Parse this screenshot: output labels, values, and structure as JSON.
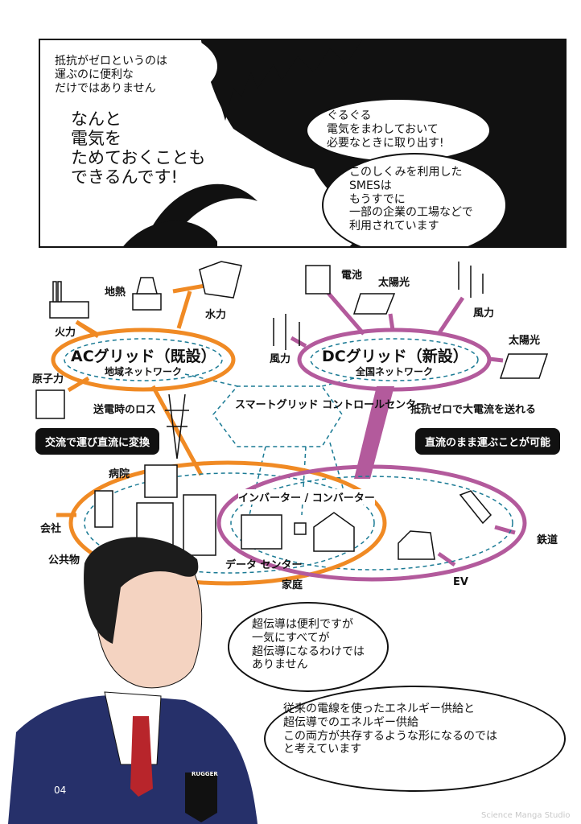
{
  "top_panel": {
    "bubble_small": "抵抗がゼロというのは\n運ぶのに便利な\nだけではありません",
    "bubble_big": "なんと\n電気を\nためておくことも\nできるんです!",
    "bubble_right_1": "ぐるぐる\n電気をまわしておいて\n必要なときに取り出す!",
    "bubble_right_2": "このしくみを利用した\nSMESは\nもうすでに\n一部の企業の工場などで\n利用されています"
  },
  "diagram": {
    "ac_grid": {
      "title": "ACグリッド（既設）",
      "subtitle": "地域ネットワーク",
      "color": "#f08a24"
    },
    "dc_grid": {
      "title": "DCグリッド（新設）",
      "subtitle": "全国ネットワーク",
      "color": "#b35a9c"
    },
    "ac_sources": [
      "火力",
      "地熱",
      "水力",
      "原子力"
    ],
    "dc_sources": [
      "電池",
      "太陽光",
      "風力",
      "太陽光",
      "風力"
    ],
    "loss_label": "送電時のロス",
    "ac_note": "交流で運び直流に変換",
    "dc_label": "抵抗ゼロで大電流を送れる",
    "dc_note": "直流のまま運ぶことが可能",
    "control_center": "スマートグリッド\nコントロールセンター",
    "inverter": "インバーター / コンバーター",
    "consumers": [
      "病院",
      "会社",
      "公共物",
      "データ\nセンター",
      "家庭",
      "EV",
      "鉄道"
    ],
    "dashed_color": "#1a7a94"
  },
  "bottom": {
    "bubble_1": "超伝導は便利ですが\n一気にすべてが\n超伝導になるわけでは\nありません",
    "bubble_2": "従来の電線を使ったエネルギー供給と\n超伝導でのエネルギー供給\nこの両方が共存するような形になるのでは\nと考えています",
    "badge": "RUGGER"
  },
  "page_number": "04",
  "watermark": "Science Manga Studio"
}
